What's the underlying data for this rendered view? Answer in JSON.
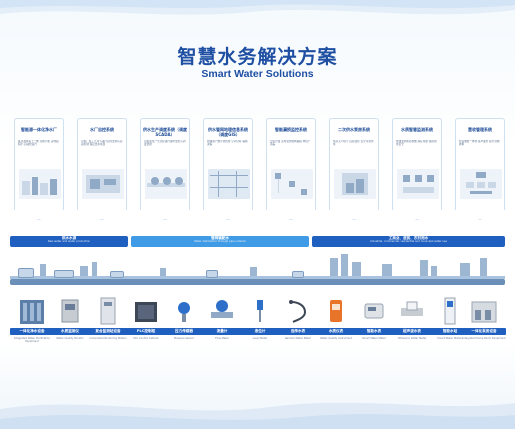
{
  "header": {
    "title_cn": "智慧水务解决方案",
    "title_en": "Smart Water Solutions"
  },
  "cards": [
    {
      "title": "智能源一体化净水厂",
      "desc": "集过滤消毒于一体 高效节能 占地面积小 自动化运行"
    },
    {
      "title": "水厂自控系统",
      "desc": "对水厂各工艺环节进行实时监测与自动控制 保证出水水质"
    },
    {
      "title": "供水生产调度系统（调度SCADA）",
      "desc": "对供水生产全过程进行集中监控与调度管理"
    },
    {
      "title": "供水管网地理信息系统（调度GIS）",
      "desc": "管网资产数字化管理 空间分析 辅助决策"
    },
    {
      "title": "智能漏损监控系统",
      "desc": "分区计量 实时监测管网漏损 降低产销差"
    },
    {
      "title": "二次供水泵房系统",
      "desc": "泵房无人值守 远程监控 安全可靠供水"
    },
    {
      "title": "水质智慧监测系统",
      "desc": "在线监测水质参数 超标预警 保障用水安全"
    },
    {
      "title": "营收管理系统",
      "desc": "抄表收费一体化 客户服务 提升营收效率"
    }
  ],
  "bands": [
    {
      "label": "供水水源",
      "sub": "Raw water and water production",
      "color": "#1e5fbf"
    },
    {
      "label": "管网输配水",
      "sub": "Water distribution through pipe network",
      "color": "#3f9be6"
    },
    {
      "label": "工商业、居民、农村用水",
      "sub": "Industrial, commercial, residential and municipal water use",
      "color": "#1e5fbf"
    }
  ],
  "devices": [
    {
      "label": "一体化净水设备",
      "en": "Integrated Water Purification Equipment",
      "icon": "purifier-icon"
    },
    {
      "label": "水质监测仪",
      "en": "Water Quality Monitor",
      "icon": "analyzer-icon"
    },
    {
      "label": "复合监测站设备",
      "en": "Composite Monitoring Station",
      "icon": "cabinet-icon"
    },
    {
      "label": "PLC控制柜",
      "en": "PLC Control Cabinet",
      "icon": "plc-icon"
    },
    {
      "label": "压力传感器",
      "en": "Pressure Sensor",
      "icon": "sensor-icon"
    },
    {
      "label": "流量计",
      "en": "Flow Meter",
      "icon": "flowmeter-icon"
    },
    {
      "label": "液位计",
      "en": "Level Meter",
      "icon": "level-icon"
    },
    {
      "label": "远传水表",
      "en": "Remote Water Meter",
      "icon": "probe-icon"
    },
    {
      "label": "水质仪表",
      "en": "Water Quality Instrument",
      "icon": "meter-icon"
    },
    {
      "label": "智能水表",
      "en": "Smart Water Meter",
      "icon": "smartmeter-icon"
    },
    {
      "label": "超声波水表",
      "en": "Ultrasonic Water Meter",
      "icon": "ultrasonic-icon"
    },
    {
      "label": "智能水站",
      "en": "Smart Water Station",
      "icon": "kiosk-icon"
    },
    {
      "label": "一体化泵房设备",
      "en": "Integrated Pump Room Equipment",
      "icon": "pumproom-icon"
    }
  ]
}
